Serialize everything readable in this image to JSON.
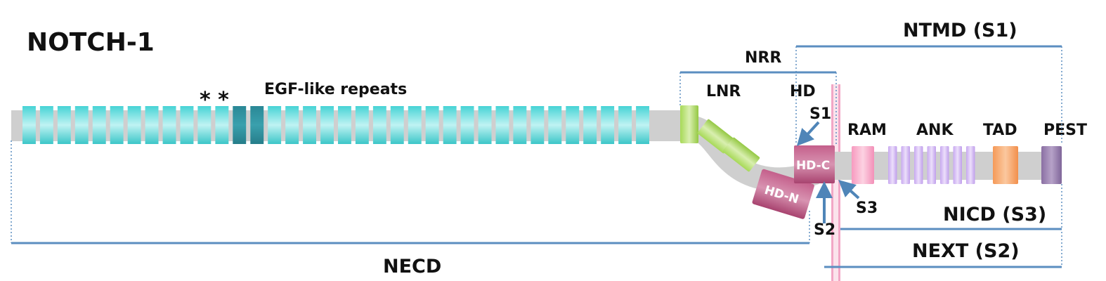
{
  "title": "NOTCH-1",
  "labels": {
    "egf": "EGF-like repeats",
    "asterisks": "* *",
    "nrr": "NRR",
    "lnr": "LNR",
    "hd": "HD",
    "ntmd": "NTMD (S1)",
    "s1": "S1",
    "s2": "S2",
    "s3": "S3",
    "ram": "RAM",
    "ank": "ANK",
    "tad": "TAD",
    "pest": "PEST",
    "nicd": "NICD (S3)",
    "next": "NEXT (S2)",
    "necd": "NECD",
    "hd_c": "HD-C",
    "hd_n": "HD-N"
  },
  "egf_repeats": {
    "count": 36,
    "highlighted": [
      12,
      13
    ]
  },
  "colors": {
    "backbone": "#cfcfcf",
    "egf": "#46d3d5",
    "egf_highlight": "#2d8f9c",
    "lnr": "#9fd14e",
    "hd": "#b54f7b",
    "ram": "#f7a7c6",
    "ank": "#ccb1f2",
    "tad": "#f7a467",
    "pest": "#8f76a6",
    "bracket": "#5b8ec0",
    "membrane": "#f2a7c6",
    "arrow": "#4f85b8"
  }
}
